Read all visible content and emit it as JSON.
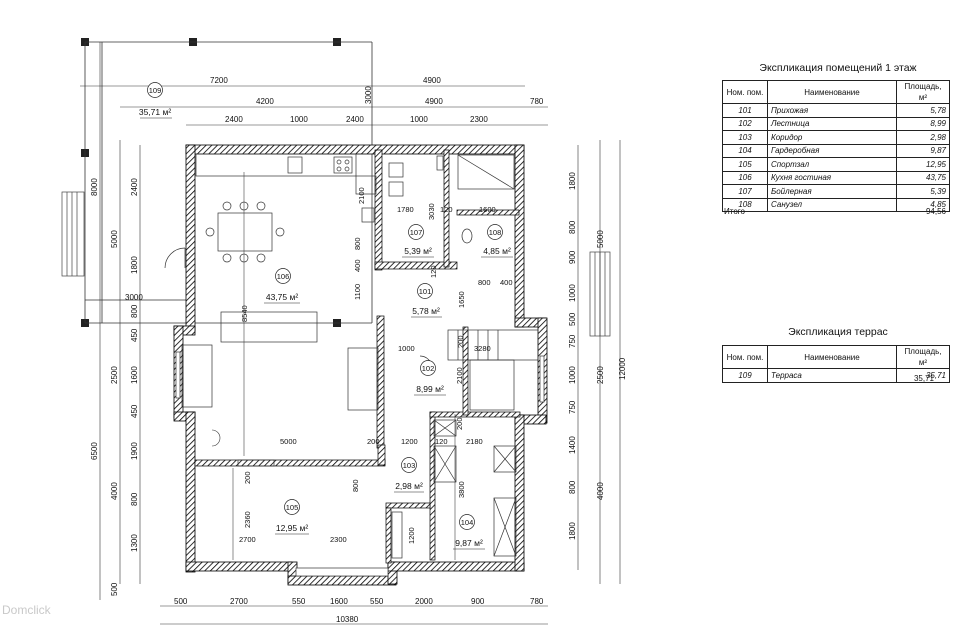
{
  "plan": {
    "overall_dims": {
      "width": "10380",
      "height": "12000"
    },
    "top_dims_outer": [
      "7200",
      "4900"
    ],
    "top_dims_mid": [
      "4200",
      "3000",
      "4900"
    ],
    "top_dims_inner": [
      "2400",
      "1000",
      "2400",
      "1000",
      "2300",
      "780"
    ],
    "bottom_dims": [
      "500",
      "2700",
      "550",
      "1600",
      "550",
      "2000",
      "900",
      "780"
    ],
    "left_dims_outer": [
      "8000",
      "6500"
    ],
    "left_dims_mid": [
      "5000",
      "3000",
      "2500",
      "4000",
      "500"
    ],
    "left_dims_inner": [
      "2400",
      "1800",
      "800",
      "450",
      "1600",
      "450",
      "1900",
      "800",
      "1300"
    ],
    "right_dims_outer": [
      "12000"
    ],
    "right_dims_mid": [
      "5000",
      "2500",
      "4000"
    ],
    "right_dims_inner": [
      "1800",
      "800",
      "900",
      "1000",
      "500",
      "750",
      "1000",
      "750",
      "1400",
      "800",
      "1800"
    ],
    "interior_dims": [
      "2100",
      "3030",
      "1780",
      "120",
      "1600",
      "800",
      "400",
      "120",
      "800",
      "400",
      "1100",
      "1650",
      "8540",
      "1000",
      "200",
      "3280",
      "2100",
      "200",
      "5000",
      "200",
      "1200",
      "120",
      "2180",
      "200",
      "2360",
      "800",
      "3800",
      "1200",
      "2700",
      "2300"
    ],
    "terrace": {
      "number": "109",
      "area": "35,71 м²"
    },
    "rooms": [
      {
        "number": "106",
        "area": "43,75 м²"
      },
      {
        "number": "107",
        "area": "5,39 м²"
      },
      {
        "number": "108",
        "area": "4,85 м²"
      },
      {
        "number": "101",
        "area": "5,78 м²"
      },
      {
        "number": "102",
        "area": "8,99 м²"
      },
      {
        "number": "103",
        "area": "2,98 м²"
      },
      {
        "number": "105",
        "area": "12,95 м²"
      },
      {
        "number": "104",
        "area": "9,87 м²"
      }
    ]
  },
  "rooms_table": {
    "title": "Экспликация помещений 1 этаж",
    "headers": [
      "Ном. пом.",
      "Наименование",
      "Площадь, м²"
    ],
    "rows": [
      [
        "101",
        "Прихожая",
        "5,78"
      ],
      [
        "102",
        "Лестница",
        "8,99"
      ],
      [
        "103",
        "Коридор",
        "2,98"
      ],
      [
        "104",
        "Гардеробная",
        "9,87"
      ],
      [
        "105",
        "Спортзал",
        "12,95"
      ],
      [
        "106",
        "Кухня гостиная",
        "43,75"
      ],
      [
        "107",
        "Бойлерная",
        "5,39"
      ],
      [
        "108",
        "Санузел",
        "4,85"
      ]
    ],
    "total_label": "Итого",
    "total_value": "94,56"
  },
  "terrace_table": {
    "title": "Экспликация террас",
    "headers": [
      "Ном. пом.",
      "Наименование",
      "Площадь, м²"
    ],
    "rows": [
      [
        "109",
        "Терраса",
        "35,71"
      ]
    ],
    "total_value": "35,71"
  },
  "watermark": "Domclick"
}
